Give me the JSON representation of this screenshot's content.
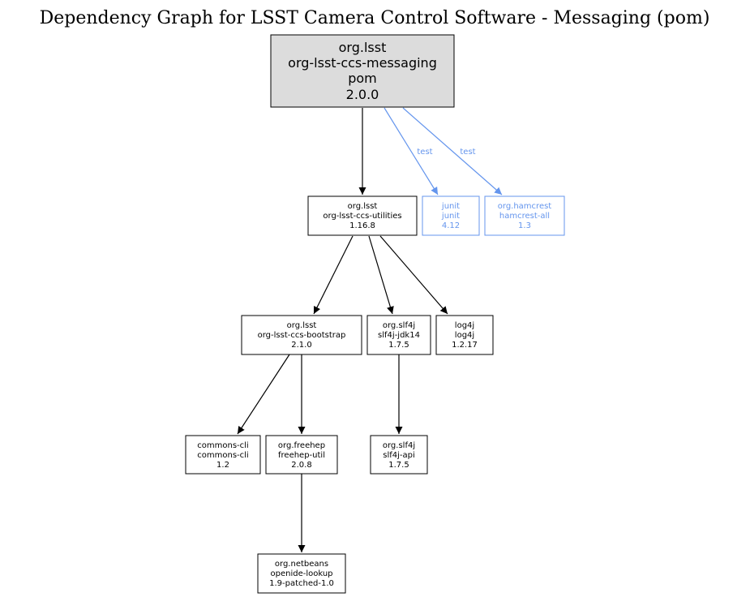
{
  "title": "Dependency Graph for LSST Camera Control Software - Messaging (pom)",
  "colors": {
    "test_edge": "#6495ed",
    "root_fill": "#dcdcdc",
    "edge": "#000000"
  },
  "nodes": {
    "messaging": {
      "group": "org.lsst",
      "artifact": "org-lsst-ccs-messaging",
      "packaging": "pom",
      "version": "2.0.0"
    },
    "utilities": {
      "group": "org.lsst",
      "artifact": "org-lsst-ccs-utilities",
      "version": "1.16.8"
    },
    "junit": {
      "group": "junit",
      "artifact": "junit",
      "version": "4.12"
    },
    "hamcrest": {
      "group": "org.hamcrest",
      "artifact": "hamcrest-all",
      "version": "1.3"
    },
    "bootstrap": {
      "group": "org.lsst",
      "artifact": "org-lsst-ccs-bootstrap",
      "version": "2.1.0"
    },
    "slf4j_jdk14": {
      "group": "org.slf4j",
      "artifact": "slf4j-jdk14",
      "version": "1.7.5"
    },
    "log4j": {
      "group": "log4j",
      "artifact": "log4j",
      "version": "1.2.17"
    },
    "commons_cli": {
      "group": "commons-cli",
      "artifact": "commons-cli",
      "version": "1.2"
    },
    "freehep": {
      "group": "org.freehep",
      "artifact": "freehep-util",
      "version": "2.0.8"
    },
    "slf4j_api": {
      "group": "org.slf4j",
      "artifact": "slf4j-api",
      "version": "1.7.5"
    },
    "openide": {
      "group": "org.netbeans",
      "artifact": "openide-lookup",
      "version": "1.9-patched-1.0"
    }
  },
  "edges": {
    "test_label": "test"
  }
}
